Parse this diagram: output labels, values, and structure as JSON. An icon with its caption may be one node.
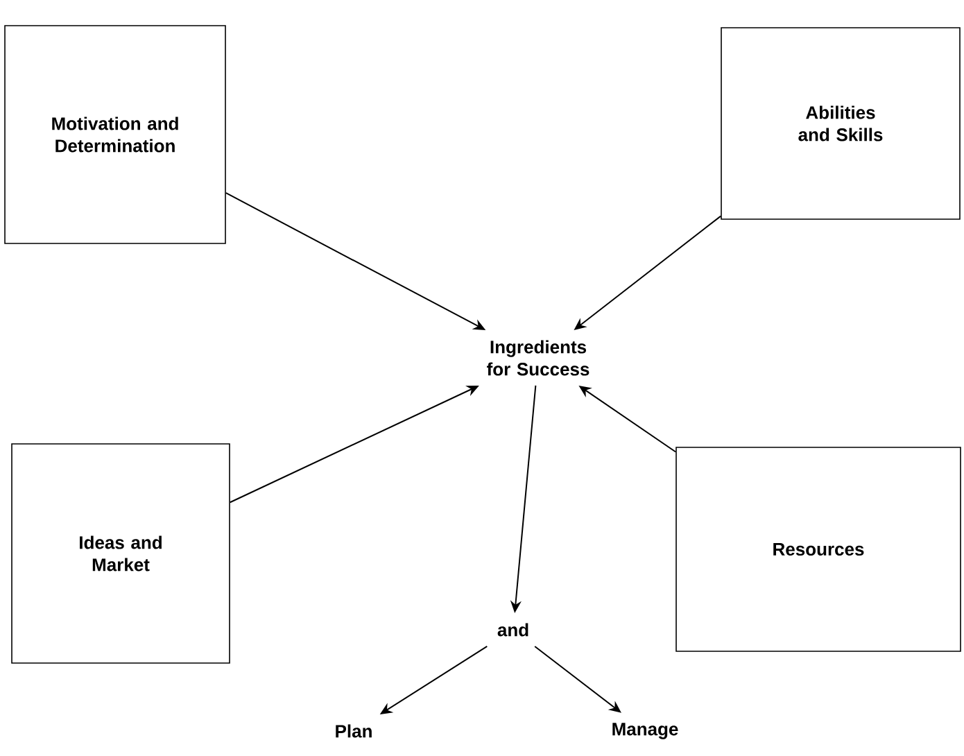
{
  "diagram": {
    "nodes": [
      {
        "text": [
          "Motivation and Determination"
        ]
      },
      {
        "text": [
          "Abilities and Skills"
        ]
      },
      {
        "text": [
          "Ingredients for Success"
        ]
      },
      {
        "text": [
          "Ideas and Market"
        ]
      },
      {
        "text": [
          "Resources"
        ]
      },
      {
        "text": [
          "and"
        ]
      },
      {
        "text": [
          "Plan"
        ]
      },
      {
        "text": [
          "Manage"
        ]
      }
    ],
    "edges": [
      {
        "from": 0,
        "to": 2,
        "arrow": "to"
      },
      {
        "from": 1,
        "to": 2,
        "arrow": "to"
      },
      {
        "from": 3,
        "to": 2,
        "arrow": "to"
      },
      {
        "from": 4,
        "to": 2,
        "arrow": "to"
      },
      {
        "from": 2,
        "to": 5,
        "arrow": "to"
      },
      {
        "from": 5,
        "to": 6,
        "arrow": "to"
      },
      {
        "from": 5,
        "to": 7,
        "arrow": "to"
      }
    ]
  }
}
